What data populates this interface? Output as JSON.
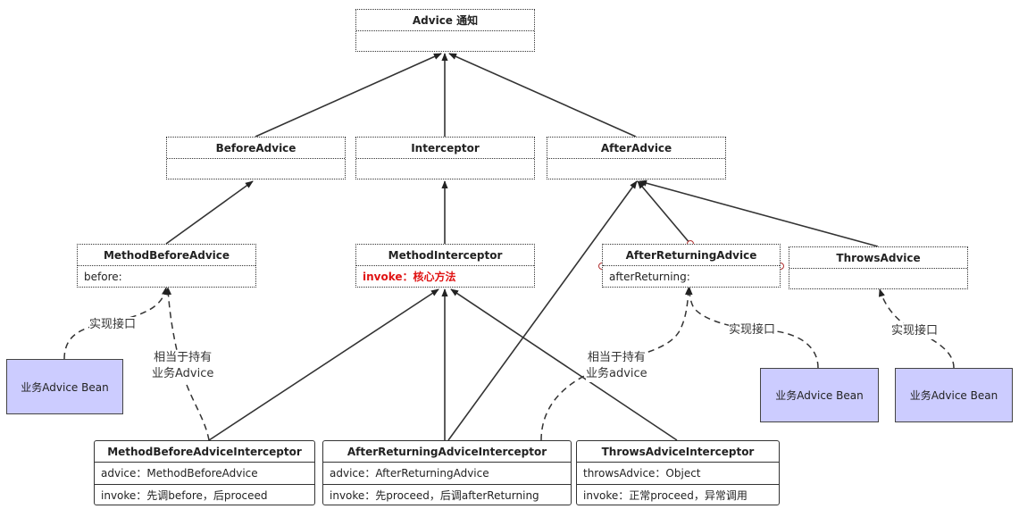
{
  "nodes": {
    "advice": {
      "title": "Advice 通知"
    },
    "before_advice": {
      "title": "BeforeAdvice"
    },
    "interceptor": {
      "title": "Interceptor"
    },
    "after_advice": {
      "title": "AfterAdvice"
    },
    "method_before_advice": {
      "title": "MethodBeforeAdvice",
      "method": "before:"
    },
    "method_interceptor": {
      "title": "MethodInterceptor",
      "method": "invoke：核心方法"
    },
    "after_returning_advice": {
      "title": "AfterReturningAdvice",
      "method": "afterReturning:"
    },
    "throws_advice": {
      "title": "ThrowsAdvice"
    },
    "mbai": {
      "title": "MethodBeforeAdviceInterceptor",
      "field": "advice：MethodBeforeAdvice",
      "method": "invoke：先调before，后proceed"
    },
    "arai": {
      "title": "AfterReturningAdviceInterceptor",
      "field": "advice：AfterReturningAdvice",
      "method": "invoke：先proceed，后调afterReturning"
    },
    "tai": {
      "title": "ThrowsAdviceInterceptor",
      "field": "throwsAdvice：Object",
      "method": "invoke：正常proceed，异常调用"
    }
  },
  "beans": {
    "bean_left": "业务Advice Bean",
    "bean_mid": "业务Advice Bean",
    "bean_right": "业务Advice Bean"
  },
  "labels": {
    "impl_left": "实现接口",
    "hold_left_1": "相当于持有",
    "hold_left_2": "业务Advice",
    "hold_mid_1": "相当于持有",
    "hold_mid_2": "业务advice",
    "impl_mid": "实现接口",
    "impl_right": "实现接口"
  }
}
